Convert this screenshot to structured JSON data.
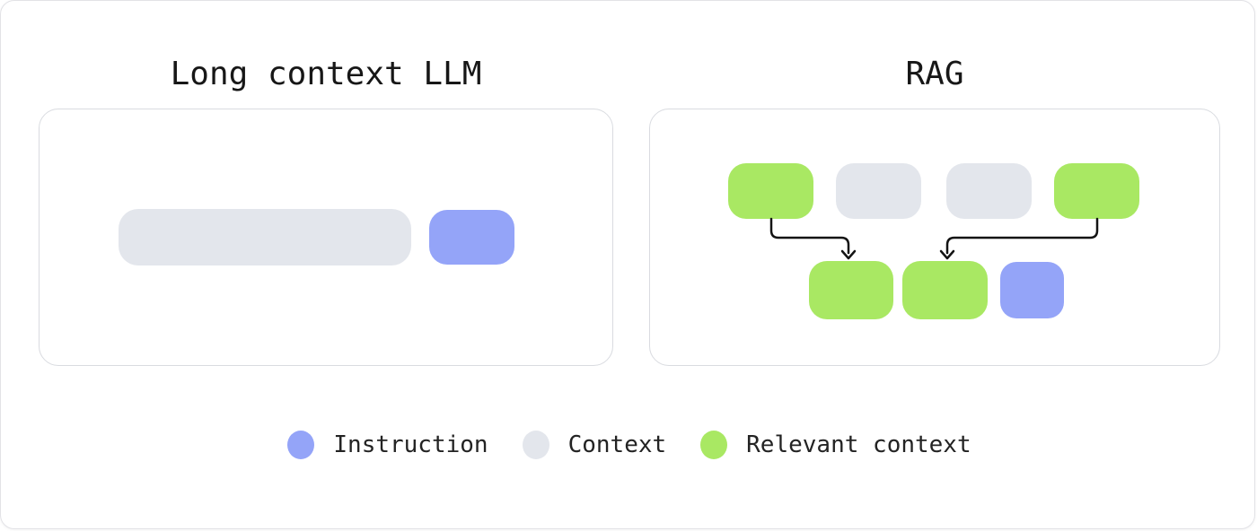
{
  "titles": {
    "long_context": "Long context LLM",
    "rag": "RAG"
  },
  "colors": {
    "instruction": "#94a4f8",
    "context": "#e3e6ec",
    "relevant": "#a9e863",
    "panel-border": "#d9dbe0",
    "arrow": "#141414",
    "text": "#171717"
  },
  "diagram": {
    "long_context_blocks": [
      "context",
      "instruction"
    ],
    "rag_top_row": [
      "relevant",
      "context",
      "context",
      "relevant"
    ],
    "rag_bottom_row": [
      "relevant",
      "relevant",
      "instruction"
    ]
  },
  "legend": {
    "items": [
      {
        "label": "Instruction",
        "type": "instruction"
      },
      {
        "label": "Context",
        "type": "context"
      },
      {
        "label": "Relevant context",
        "type": "relevant"
      }
    ]
  }
}
